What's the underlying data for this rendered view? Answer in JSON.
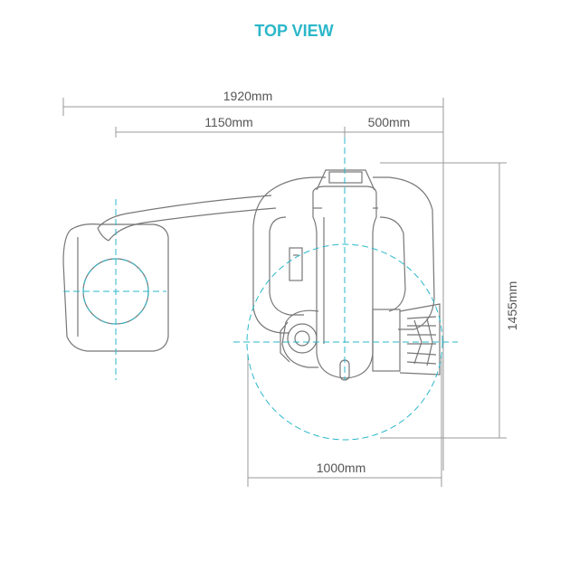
{
  "title": "TOP VIEW",
  "colors": {
    "accent": "#2bb7c9",
    "outline": "#777777",
    "dimension": "#999999",
    "text": "#555555"
  },
  "dimensions": {
    "overall_width": "1920mm",
    "arm_reach": "1150mm",
    "right_offset": "500mm",
    "depth": "1455mm",
    "base_circle": "1000mm"
  }
}
